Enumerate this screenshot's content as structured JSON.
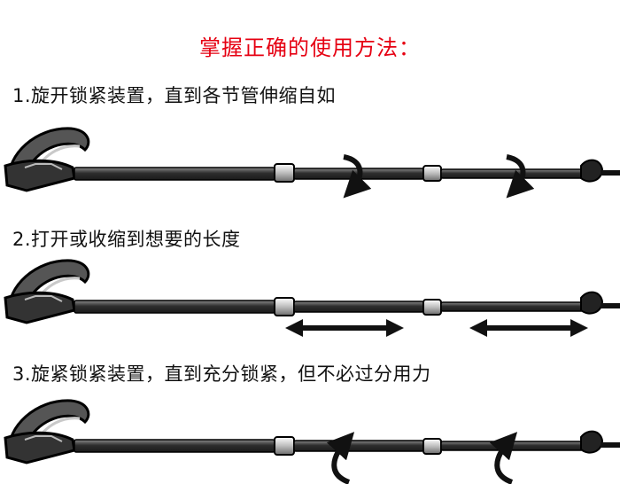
{
  "title": "掌握正确的使用方法：",
  "steps": [
    {
      "label": "1.旋开锁紧装置，直到各节管伸缩自如",
      "action": "rotate-open"
    },
    {
      "label": "2.打开或收缩到想要的长度",
      "action": "extend-retract"
    },
    {
      "label": "3.旋紧锁紧装置，直到充分锁紧，但不必过分用力",
      "action": "rotate-close"
    }
  ],
  "colors": {
    "title": "#e60012",
    "text": "#111111",
    "pole": "#3a3a3a"
  },
  "icons": [
    "grip-strap-icon",
    "lock-ring-icon",
    "rotate-arrow-icon",
    "double-arrow-icon",
    "pole-tip-icon"
  ]
}
